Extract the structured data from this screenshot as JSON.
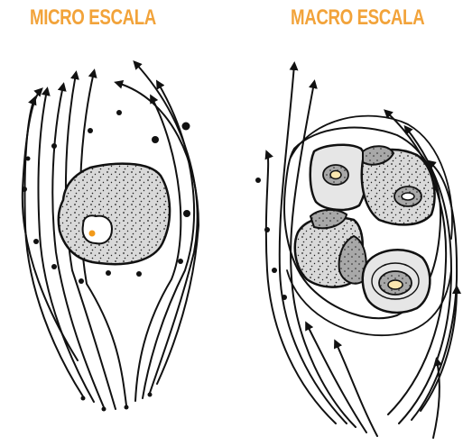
{
  "labels": {
    "micro": "MICRO ESCALA",
    "macro": "MACRO ESCALA"
  },
  "colors": {
    "title": "#f2a33a",
    "ink": "#111111",
    "cell_fill": "#d9d9d9",
    "cell_dark": "#9a9a9a",
    "nucleus_fill": "#ffffff",
    "core": "#f29a1a",
    "core_light": "#fbe7b0"
  },
  "icons": {
    "flow_arrow": "arrow-head",
    "flow_tail": "dot"
  }
}
